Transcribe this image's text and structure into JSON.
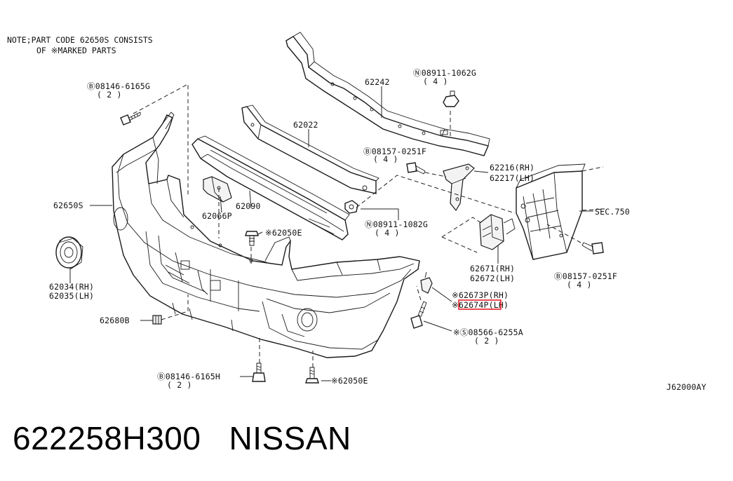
{
  "note": {
    "line1": "NOTE;PART CODE 62650S CONSISTS",
    "line2": "OF ※MARKED PARTS"
  },
  "labels": {
    "l_08146_6165G": "Ⓑ08146-6165G",
    "l_08146_6165G_qty": "( 2 )",
    "l_62242": "62242",
    "l_08911_1062G": "Ⓝ08911-1062G",
    "l_08911_1062G_qty": "( 4 )",
    "l_62022": "62022",
    "l_08157_0251F_a": "Ⓑ08157-0251F",
    "l_08157_0251F_a_qty": "( 4 )",
    "l_62216": "62216(RH)",
    "l_62217": "62217(LH)",
    "l_62650S": "62650S",
    "l_62090": "62090",
    "l_62066P": "62066P",
    "l_08911_1082G": "Ⓝ08911-1082G",
    "l_08911_1082G_qty": "( 4 )",
    "l_sec750": "SEC.750",
    "l_62050E_a": "※62050E",
    "l_62034": "62034(RH)",
    "l_62035": "62035(LH)",
    "l_62671": "62671(RH)",
    "l_62672": "62672(LH)",
    "l_08157_0251F_b": "Ⓑ08157-0251F",
    "l_08157_0251F_b_qty": "( 4 )",
    "l_62673P": "※62673P(RH)",
    "l_62674P": "※62674P(LH)",
    "l_62680B": "62680B",
    "l_08566_6255A": "※Ⓢ08566-6255A",
    "l_08566_6255A_qty": "( 2 )",
    "l_08146_6165H": "Ⓑ08146-6165H",
    "l_08146_6165H_qty": "( 2 )",
    "l_62050E_b": "※62050E",
    "l_diagram_code": "J62000AY"
  },
  "footer": {
    "part_number": "622258H300",
    "brand": "NISSAN"
  },
  "colors": {
    "line": "#222222",
    "highlight": "#e8202a",
    "background": "#ffffff"
  }
}
